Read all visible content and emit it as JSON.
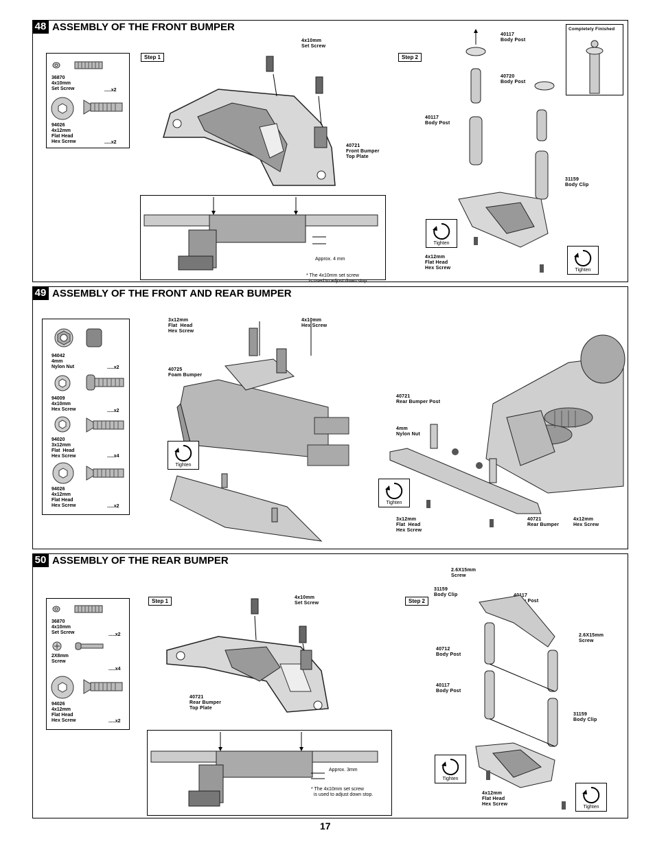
{
  "page_number": "17",
  "sections": [
    {
      "number": "48",
      "title": "ASSEMBLY OF THE FRONT BUMPER",
      "parts": [
        {
          "code": "36870",
          "name": "4x10mm\nSet Screw",
          "qty": ".....x2"
        },
        {
          "code": "94026",
          "name": "4x12mm\nFlat Head\nHex Screw",
          "qty": ".....x2"
        }
      ],
      "step1": "Step 1",
      "step2": "Step 2",
      "labels": {
        "set_screw": "4x10mm\nSet Screw",
        "top_plate": "40721\nFront Bumper\nTop Plate",
        "approx": "Approx. 4 mm",
        "note": "* The 4x10mm set screw\n  is used to adjust down stop.",
        "bp1": "40117\nBody Post",
        "bp2": "40720\nBody Post",
        "bp3": "40117\nBody Post",
        "clip": "31159\nBody Clip",
        "flat": "4x12mm\nFlat Head\nHex Screw",
        "finished": "Completely Finished",
        "tighten": "Tighten"
      }
    },
    {
      "number": "49",
      "title": "ASSEMBLY OF THE FRONT AND REAR BUMPER",
      "parts": [
        {
          "code": "94042",
          "name": "4mm\nNylon Nut",
          "qty": ".....x2"
        },
        {
          "code": "94009",
          "name": "4x10mm\nHex Screw",
          "qty": ".....x2"
        },
        {
          "code": "94020",
          "name": "3x12mm\nFlat  Head\nHex Screw",
          "qty": ".....x4"
        },
        {
          "code": "94026",
          "name": "4x12mm\nFlat Head\nHex Screw",
          "qty": ".....x2"
        }
      ],
      "labels": {
        "flat3": "3x12mm\nFlat  Head\nHex Screw",
        "hex410": "4x10mm\nHex Screw",
        "foam": "40725\nFoam Bumper",
        "rear_post": "40721\nRear Bumper Post",
        "nut": "4mm\nNylon Nut",
        "flat3b": "3x12mm\nFlat  Head\nHex Screw",
        "rear_bumper": "40721\nRear Bumper",
        "hex412": "4x12mm\nHex Screw",
        "tighten": "Tighten"
      }
    },
    {
      "number": "50",
      "title": "ASSEMBLY OF THE REAR BUMPER",
      "parts": [
        {
          "code": "36870",
          "name": "4x10mm\nSet Screw",
          "qty": ".....x2"
        },
        {
          "code": "",
          "name": "2X8mm\nScrew",
          "qty": ".....x4"
        },
        {
          "code": "94026",
          "name": "4x12mm\nFlat Head\nHex Screw",
          "qty": ".....x2"
        }
      ],
      "step1": "Step 1",
      "step2": "Step 2",
      "labels": {
        "set_screw": "4x10mm\nSet Screw",
        "top_plate": "40721\nRear Bumper\nTop Plate",
        "approx": "Approx. 3mm",
        "note": "* The 4x10mm set screw\n  is used to adjust down stop.",
        "screw26a": "2.6X15mm\nScrew",
        "clip1": "31159\nBody Clip",
        "bp1": "40117\nBody Post",
        "screw26b": "2.6X15mm\nScrew",
        "bp2": "40712\nBody Post",
        "bp3": "40117\nBody Post",
        "clip2": "31159\nBody Clip",
        "flat": "4x12mm\nFlat Head\nHex Screw",
        "tighten": "Tighten"
      }
    }
  ]
}
